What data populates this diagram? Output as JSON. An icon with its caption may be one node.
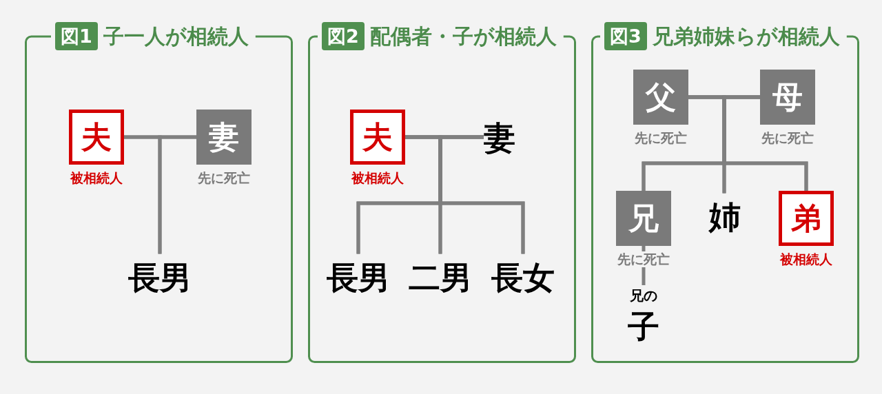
{
  "diagram": {
    "nodes": [
      {
        "text": [
          "図1",
          "子一人が相続人"
        ]
      },
      {
        "text": [
          "夫"
        ],
        "in": 0,
        "beside": [
          "被相続人"
        ]
      },
      {
        "text": [
          "妻"
        ],
        "in": 0,
        "beside": [
          "先に死亡"
        ]
      },
      {
        "text": [
          "長男"
        ],
        "in": 0
      },
      {
        "text": [
          "図2",
          "配偶者・子が相続人"
        ]
      },
      {
        "text": [
          "夫"
        ],
        "in": 4,
        "beside": [
          "被相続人"
        ]
      },
      {
        "text": [
          "妻"
        ],
        "in": 4
      },
      {
        "text": [
          "長男"
        ],
        "in": 4
      },
      {
        "text": [
          "二男"
        ],
        "in": 4
      },
      {
        "text": [
          "長女"
        ],
        "in": 4
      },
      {
        "text": [
          "図3",
          "兄弟姉妹らが相続人"
        ]
      },
      {
        "text": [
          "父"
        ],
        "in": 10,
        "beside": [
          "先に死亡"
        ]
      },
      {
        "text": [
          "母"
        ],
        "in": 10,
        "beside": [
          "先に死亡"
        ]
      },
      {
        "text": [
          "兄"
        ],
        "in": 10,
        "beside": [
          "先に死亡"
        ]
      },
      {
        "text": [
          "姉"
        ],
        "in": 10
      },
      {
        "text": [
          "弟"
        ],
        "in": 10,
        "beside": [
          "被相続人"
        ]
      },
      {
        "text": [
          "兄の",
          "子"
        ],
        "in": 10
      }
    ],
    "edges": [
      {
        "from": 1,
        "to": 2,
        "arrow": "none"
      },
      {
        "from": 1,
        "to": 3,
        "arrow": "none"
      },
      {
        "from": 2,
        "to": 3,
        "arrow": "none"
      },
      {
        "from": 5,
        "to": 6,
        "arrow": "none"
      },
      {
        "from": 5,
        "to": 7,
        "arrow": "none"
      },
      {
        "from": 5,
        "to": 8,
        "arrow": "none"
      },
      {
        "from": 5,
        "to": 9,
        "arrow": "none"
      },
      {
        "from": 6,
        "to": 7,
        "arrow": "none"
      },
      {
        "from": 6,
        "to": 8,
        "arrow": "none"
      },
      {
        "from": 6,
        "to": 9,
        "arrow": "none"
      },
      {
        "from": 11,
        "to": 12,
        "arrow": "none"
      },
      {
        "from": 11,
        "to": 13,
        "arrow": "none"
      },
      {
        "from": 11,
        "to": 14,
        "arrow": "none"
      },
      {
        "from": 11,
        "to": 15,
        "arrow": "none"
      },
      {
        "from": 12,
        "to": 13,
        "arrow": "none"
      },
      {
        "from": 12,
        "to": 14,
        "arrow": "none"
      },
      {
        "from": 12,
        "to": 15,
        "arrow": "none"
      },
      {
        "from": 13,
        "to": 16,
        "arrow": "none"
      }
    ]
  }
}
